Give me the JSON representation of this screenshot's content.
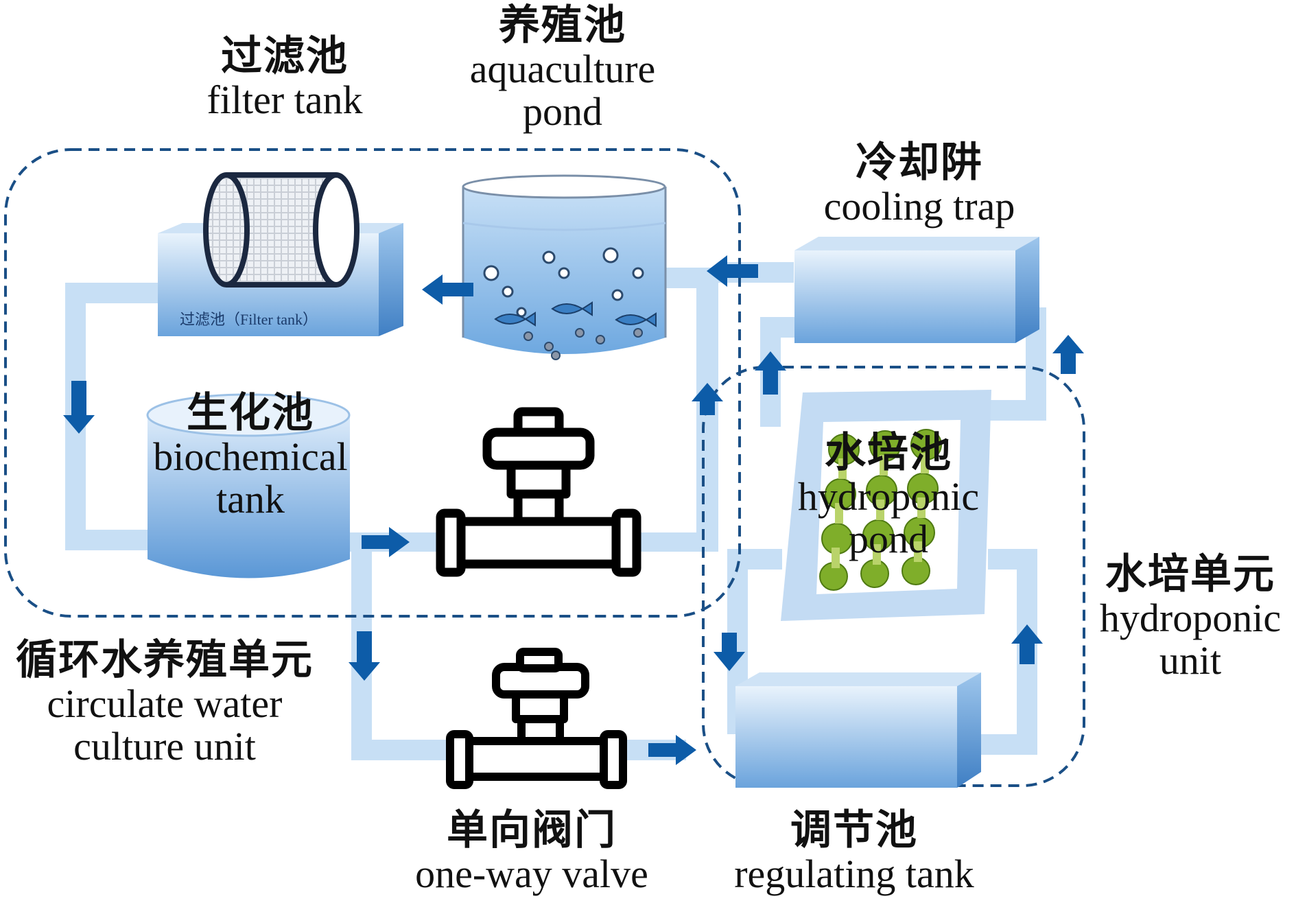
{
  "labels": {
    "filter_tank": {
      "zh": "过滤池",
      "en": "filter tank"
    },
    "aquaculture_pond": {
      "zh": "养殖池",
      "en1": "aquaculture",
      "en2": "pond"
    },
    "cooling_trap": {
      "zh": "冷却阱",
      "en": "cooling trap"
    },
    "biochemical_tank": {
      "zh": "生化池",
      "en1": "biochemical",
      "en2": "tank"
    },
    "hydroponic_pond": {
      "zh": "水培池",
      "en1": "hydroponic",
      "en2": "pond"
    },
    "hydroponic_unit": {
      "zh": "水培单元",
      "en1": "hydroponic",
      "en2": "unit"
    },
    "circulate_unit": {
      "zh": "循环水养殖单元",
      "en1": "circulate water",
      "en2": "culture unit"
    },
    "one_way_valve": {
      "zh": "单向阀门",
      "en": "one-way valve"
    },
    "regulating_tank": {
      "zh": "调节池",
      "en": "regulating tank"
    }
  },
  "filter_tank_inscription": "过滤池（Filter tank）",
  "colors": {
    "pipe": "#c7dff5",
    "pipe_edge": "#a9cbec",
    "arrow": "#0d5ca8",
    "dash": "#1a4f86",
    "tank_light": "#e6f1fb",
    "tank_dark": "#5c9ad6",
    "valve": "#000000",
    "plant": "#7fae2a"
  }
}
